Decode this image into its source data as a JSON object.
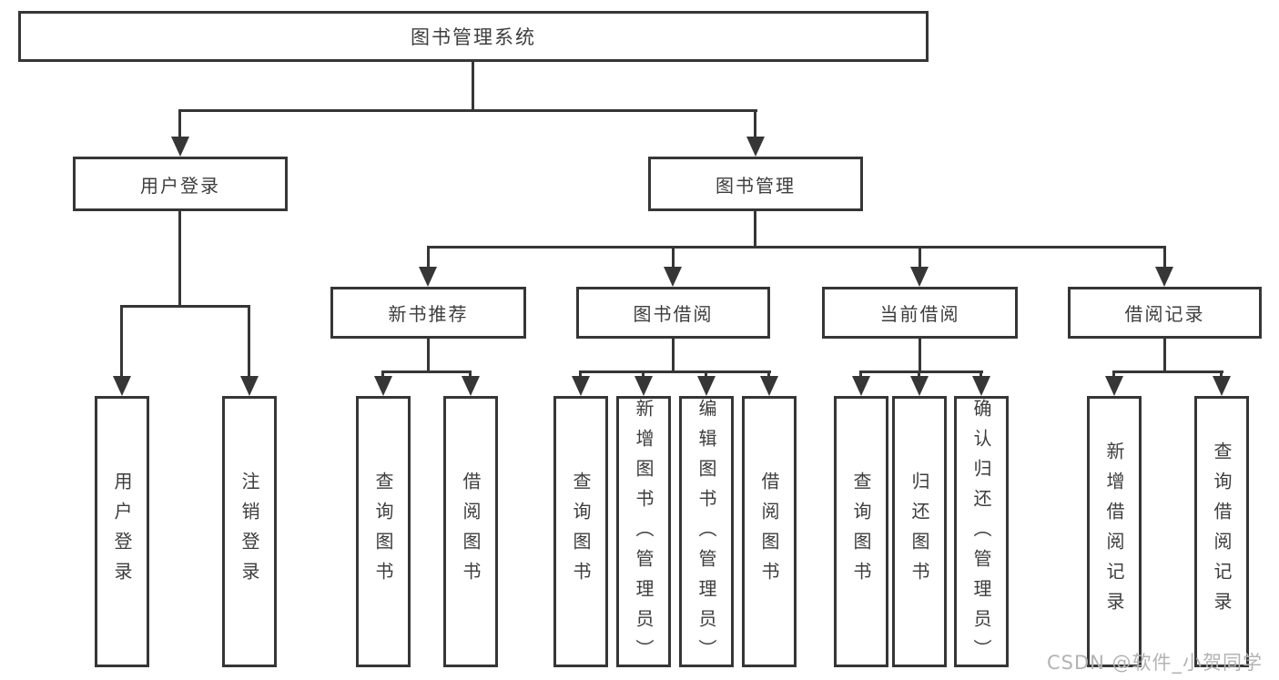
{
  "tree": {
    "root": "图书管理系统",
    "user_login": {
      "label": "用户登录",
      "children": [
        "用户登录",
        "注销登录"
      ]
    },
    "book_mgmt": {
      "label": "图书管理",
      "groups": [
        {
          "label": "新书推荐",
          "children": [
            "查询图书",
            "借阅图书"
          ]
        },
        {
          "label": "图书借阅",
          "children": [
            "查询图书",
            "新增图书（管理员）",
            "编辑图书（管理员）",
            "借阅图书"
          ]
        },
        {
          "label": "当前借阅",
          "children": [
            "查询图书",
            "归还图书",
            "确认归还（管理员）"
          ]
        },
        {
          "label": "借阅记录",
          "children": [
            "新增借阅记录",
            "查询借阅记录"
          ]
        }
      ]
    }
  },
  "watermark": "CSDN @软件_小贺同学",
  "colors": {
    "bg": "#ffffff",
    "line": "#363636",
    "text": "#3d3d3d",
    "watermark": "#b3b3b3"
  }
}
